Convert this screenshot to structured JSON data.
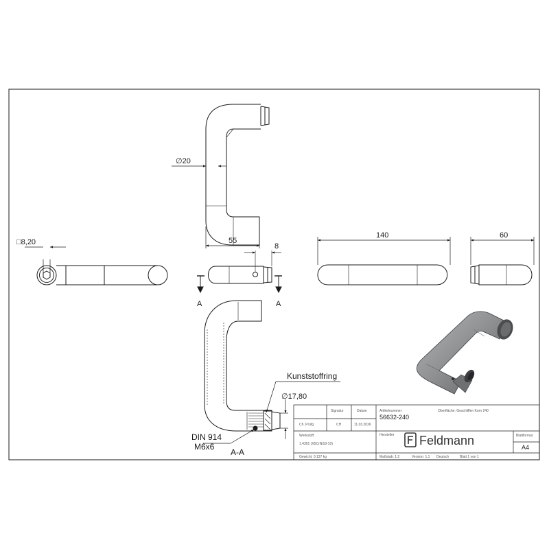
{
  "dimensions": {
    "diameter_20": "∅20",
    "square_820": "□8,20",
    "length_55": "55",
    "length_8": "8",
    "length_140": "140",
    "length_60": "60",
    "diameter_1780": "∅17,80"
  },
  "labels": {
    "section_a_left": "A",
    "section_a_right": "A",
    "kunststoffring": "Kunststoffring",
    "din914": "DIN 914",
    "m6x6": "M6x6",
    "section_aa": "A-A"
  },
  "title_block": {
    "signatur_header": "Signatur",
    "datum_header": "Datum",
    "check_label": "Ch. Prüfg",
    "check_sig": "CH",
    "check_date": "11.03.2026",
    "artikelnummer_label": "Artikelnummer",
    "artikelnummer": "56632-240",
    "oberflaeche": "Oberfläche: Geschliffen Korn 240",
    "werkstoff_label": "Werkstoff:",
    "werkstoff": "1.4301 (X5CrNi18-10)",
    "hersteller_label": "Hersteller",
    "logo_text": "Feldmann",
    "blattformat_label": "Blattformat",
    "blattformat": "A4",
    "gewicht": "Gewicht: 0.137 kg",
    "massstab": "Maßstab: 1:2",
    "version": "Version: 1.1",
    "sprache": "Deutsch",
    "blatt": "Blatt 1 von 1"
  },
  "colors": {
    "line": "#1a1a1a",
    "render_body": "#8d8f91",
    "render_dark": "#4a4c4e"
  }
}
